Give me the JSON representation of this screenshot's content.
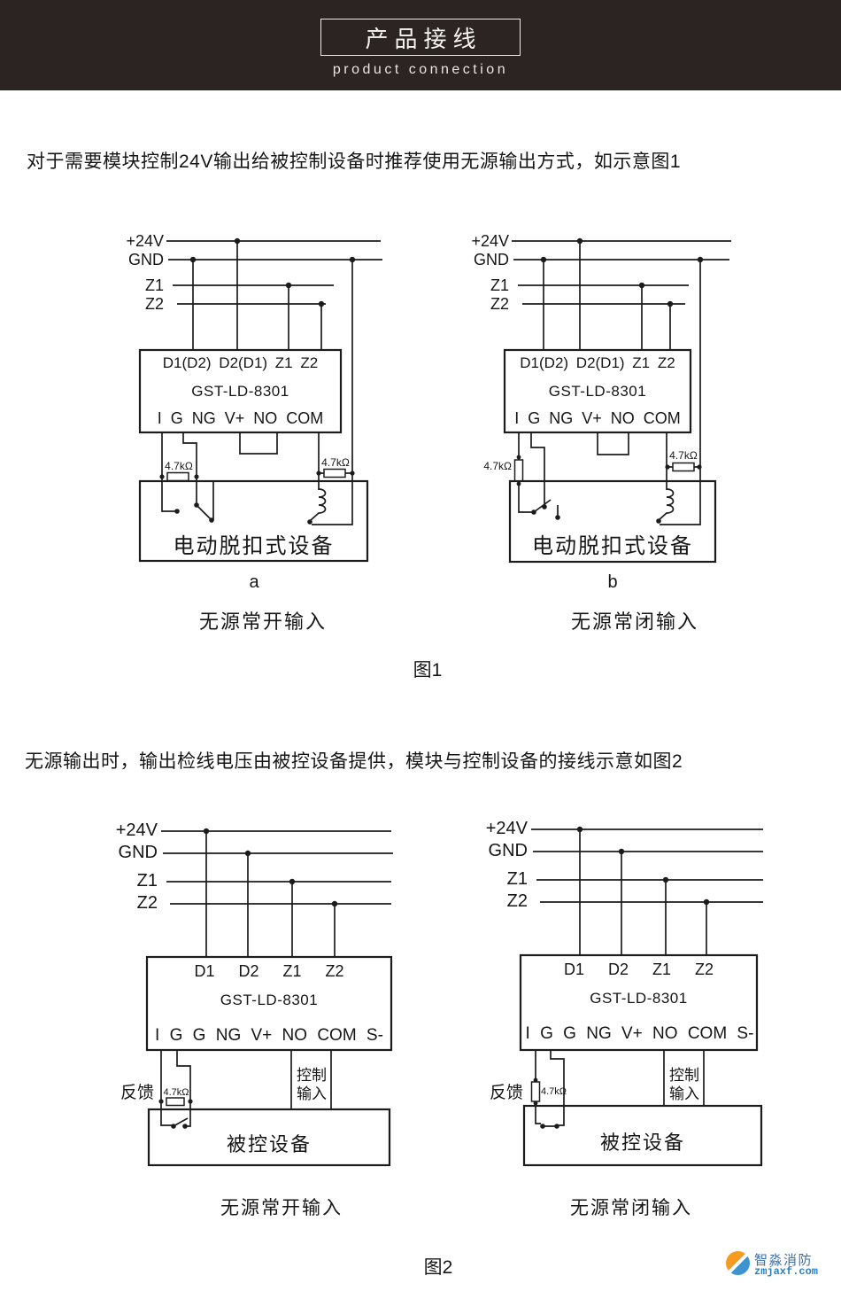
{
  "header": {
    "title": "产品接线",
    "subtitle": "product connection",
    "bg": "#2b2422",
    "fg": "#f7f4f1"
  },
  "intro": {
    "p1": "对于需要模块控制24V输出给被控制设备时推荐使用无源输出方式，如示意图1",
    "p2": "无源输出时，输出检线电压由被控设备提供，模块与控制设备的接线示意如图2"
  },
  "fig1": {
    "caption": "图1",
    "a": {
      "bus": [
        "+24V",
        "GND",
        "Z1",
        "Z2"
      ],
      "pins_top": "D1(D2) D2(D1) Z1 Z2",
      "model": "GST-LD-8301",
      "pins_bottom": "I G NG V+ NO COM",
      "r_left": "4.7kΩ",
      "r_right": "4.7kΩ",
      "device": "电动脱扣式设备",
      "tag": "a",
      "label": "无源常开输入"
    },
    "b": {
      "bus": [
        "+24V",
        "GND",
        "Z1",
        "Z2"
      ],
      "pins_top": "D1(D2) D2(D1) Z1 Z2",
      "model": "GST-LD-8301",
      "pins_bottom": "I G NG V+ NO COM",
      "r_left": "4.7kΩ",
      "r_right": "4.7kΩ",
      "device": "电动脱扣式设备",
      "tag": "b",
      "label": "无源常闭输入"
    }
  },
  "fig2": {
    "caption": "图2",
    "a": {
      "bus": [
        "+24V",
        "GND",
        "Z1",
        "Z2"
      ],
      "pins_top": "D1 D2 Z1 Z2",
      "model": "GST-LD-8301",
      "pins_bottom": "I G G NG V+ NO COM S-",
      "feedback": "反馈",
      "resistor": "4.7kΩ",
      "control1": "控制",
      "control2": "输入",
      "device": "被控设备",
      "label": "无源常开输入"
    },
    "b": {
      "bus": [
        "+24V",
        "GND",
        "Z1",
        "Z2"
      ],
      "pins_top": "D1 D2 Z1 Z2",
      "model": "GST-LD-8301",
      "pins_bottom": "I G G NG V+ NO COM S-",
      "feedback": "反馈",
      "resistor": "4.7kΩ",
      "control1": "控制",
      "control2": "输入",
      "device": "被控设备",
      "label": "无源常闭输入"
    }
  },
  "watermark": {
    "brand": "智淼消防",
    "site": "zmjaxf.com",
    "orange": "#f59b20",
    "blue": "#3f93d0"
  }
}
